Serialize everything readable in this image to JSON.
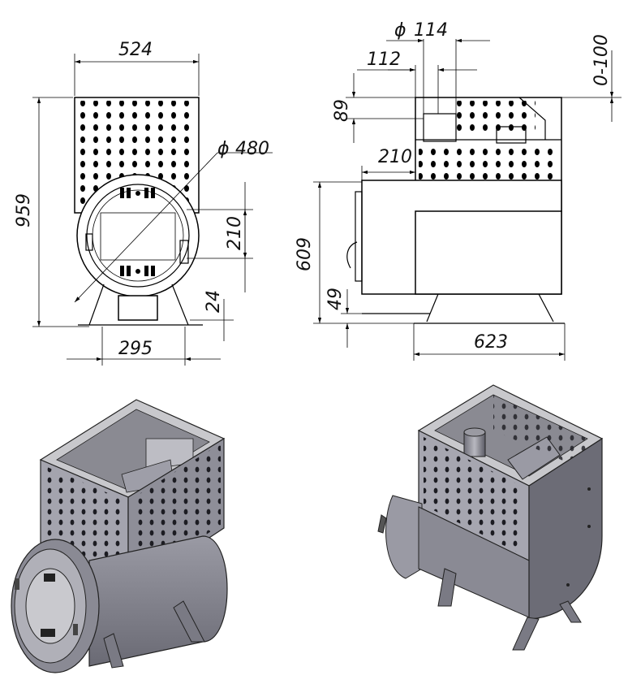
{
  "front_view": {
    "dims": {
      "width_top": "524",
      "height_total": "959",
      "diameter_body": "480",
      "door_height": "210",
      "foot_height": "24",
      "base_width": "295"
    }
  },
  "side_view": {
    "dims": {
      "flue_diameter": "114",
      "flue_offset": "112",
      "adjust_range": "0-100",
      "tank_height": "89",
      "front_depth": "210",
      "body_height": "609",
      "leg_height": "49",
      "total_depth": "623"
    }
  },
  "symbols": {
    "diameter": "ϕ"
  }
}
